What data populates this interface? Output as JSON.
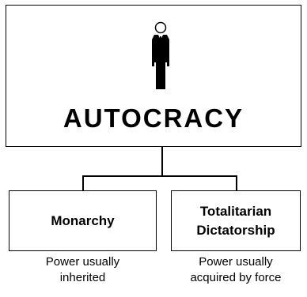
{
  "diagram": {
    "root": {
      "label": "AUTOCRACY",
      "icon": "person-icon"
    },
    "children": [
      {
        "label": "Monarchy",
        "caption_line1": "Power usually",
        "caption_line2": "inherited"
      },
      {
        "label_line1": "Totalitarian",
        "label_line2": "Dictatorship",
        "caption_line1": "Power usually",
        "caption_line2": "acquired by force"
      }
    ],
    "colors": {
      "stroke": "#000000",
      "background": "#ffffff"
    }
  }
}
